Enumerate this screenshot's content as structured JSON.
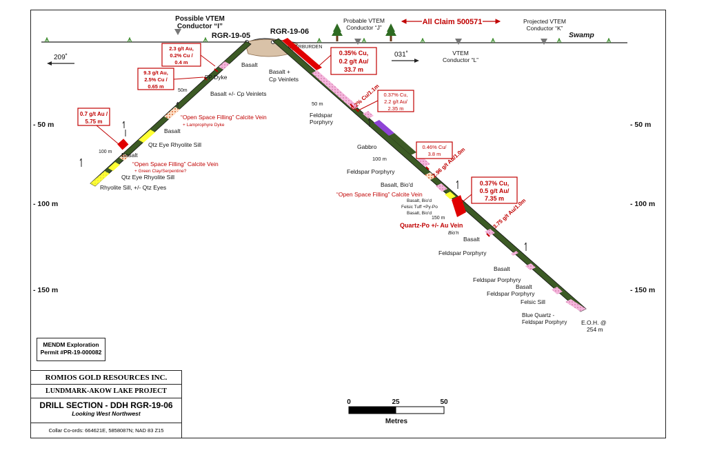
{
  "labels": {
    "possible_vtem_1": "Possible VTEM",
    "possible_vtem_2": "Conductor “I”",
    "probable_vtem_1": "Probable VTEM",
    "probable_vtem_2": "Conductor “J”",
    "all_claim": "All Claim 500571",
    "projected_vtem_1": "Projected VTEM",
    "projected_vtem_2": "Conductor “K”",
    "swamp": "Swamp",
    "vtem_l_1": "VTEM",
    "vtem_l_2": "Conductor “L”",
    "hole_a": "RGR-19-05",
    "hole_b": "RGR-19-06",
    "overburden": "OVERBURDEN",
    "dir_left": "209˚",
    "dir_right": "031˚"
  },
  "depths": {
    "d50": "- 50 m",
    "d100": "- 100 m",
    "d150": "- 150 m"
  },
  "hole_a": {
    "assays": [
      [
        "2.3 g/t Au,",
        "0.2% Cu /",
        "0.4 m"
      ],
      [
        "9.3 g/t Au,",
        "2.5% Cu /",
        "0.65 m"
      ],
      [
        "0.7 g/t Au /",
        "5.75 m"
      ]
    ],
    "geology": {
      "basalt1": "Basalt",
      "fp_dyke": "FP Dyke",
      "basalt_cp": "Basalt +/- Cp Veinlets",
      "m50": "50m",
      "calcite_vein": "“Open Space Filling” Calcite Vein",
      "lamprophyre": "+ Lamprophyre Dyke",
      "basalt2": "Basalt",
      "qtz_eye": "Qtz Eye Rhyolite Sill",
      "m100": "100 m",
      "basalt3": "Basalt",
      "calcite_vein2": "“Open Space Filling” Calcite Vein",
      "green_clay": "+ Green Clay/Serpentine?",
      "qtz_eye2": "Qtz Eye Rhyolite Sill",
      "rhyolite_sill": "Rhyolite Sill, +/- Qtz Eyes"
    }
  },
  "hole_b": {
    "assays": [
      [
        "0.35% Cu,",
        "0.2 g/t Au/",
        "33.7 m"
      ],
      [
        "0.37% Cu,",
        "2.2 g/t Au/",
        "2.35 m"
      ],
      [
        "0.46% Cu/",
        "3.8 m"
      ],
      [
        "0.37% Cu,",
        "0.5 g/t Au/",
        "7.35 m"
      ]
    ],
    "rotated": {
      "r1": "0.2% Cu/1.1m",
      "r2": "2.96 g/t Au/1.0m",
      "r3": "3.75 g/t Au/1.0m"
    },
    "geology": {
      "basalt_cp_1": "Basalt +",
      "basalt_cp_2": "Cp Veinlets",
      "m50": "50 m",
      "feldspar_1": "Feldspar",
      "feldspar_2": "Porphyry",
      "gabbro": "Gabbro",
      "m100": "100 m",
      "feldspar_porph": "Feldspar Porphyry",
      "basalt_biod": "Basalt, Bio'd",
      "calcite_vein": "“Open Space Filling” Calcite Vein",
      "basalt_biod2": "Basalt, Bio'd",
      "felsic_tuff": "Felsic Tuff +Py-Po",
      "basalt_biod3": "Basalt, Bio'd",
      "m150": "150 m",
      "qtz_po": "Quartz-Po +/- Au Vein",
      "bion": "Bio'n",
      "basalt4": "Basalt",
      "feldspar_porph2": "Feldspar Porphyry",
      "basalt5": "Basalt",
      "feldspar_porph3": "Feldspar Porphyry",
      "basalt6": "Basalt",
      "feldspar_porph4": "Feldspar Porphyry",
      "felsic_sill": "Felsic Sill",
      "blue_qtz_1": "Blue Quartz -",
      "blue_qtz_2": "Feldspar Porphyry",
      "eoh_1": "E.O.H. @",
      "eoh_2": "254 m"
    }
  },
  "scale": {
    "t0": "0",
    "t25": "25",
    "t50": "50",
    "unit": "Metres"
  },
  "permit": {
    "line1": "MENDM Exploration",
    "line2": "Permit #PR-19-000082"
  },
  "title_block": {
    "company": "ROMIOS GOLD RESOURCES INC.",
    "project": "LUNDMARK-AKOW LAKE PROJECT",
    "section": "DRILL SECTION - DDH RGR-19-06",
    "view": "Looking West Northwest",
    "coords": "Collar Co-ords:  664621E,  5858087N;  NAD 83 Z15"
  },
  "colors": {
    "basalt": "#3c5a25",
    "pink": "#f4b6dc",
    "yellow": "#ffff33",
    "purple": "#8e44d6",
    "red": "#e00000",
    "orange": "#f8c8a0"
  }
}
